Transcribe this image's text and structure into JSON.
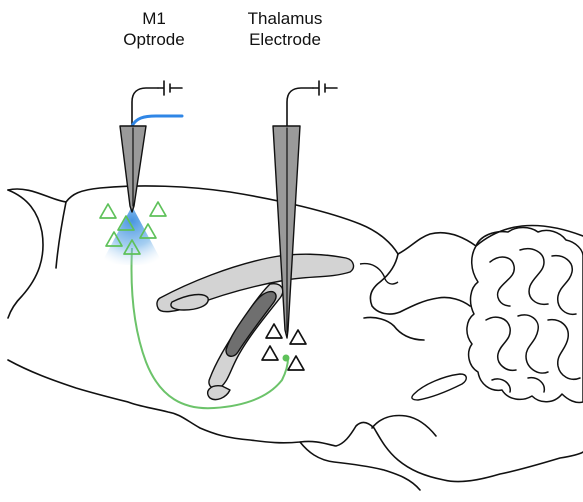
{
  "labels": {
    "m1": {
      "line1": "M1",
      "line2": "Optrode"
    },
    "thalamus": {
      "line1": "Thalamus",
      "line2": "Electrode"
    }
  },
  "colors": {
    "outline": "#111111",
    "probe_fill": "#9a9a9a",
    "ventricle_fill": "#d3d3d3",
    "ventricle_dark": "#6f6f6f",
    "fiber": "#2f86e6",
    "light_cone": "#3f8fe0",
    "projection": "#6cc36a",
    "neuron_green": "#5ec15a",
    "neuron_black": "#111111"
  }
}
